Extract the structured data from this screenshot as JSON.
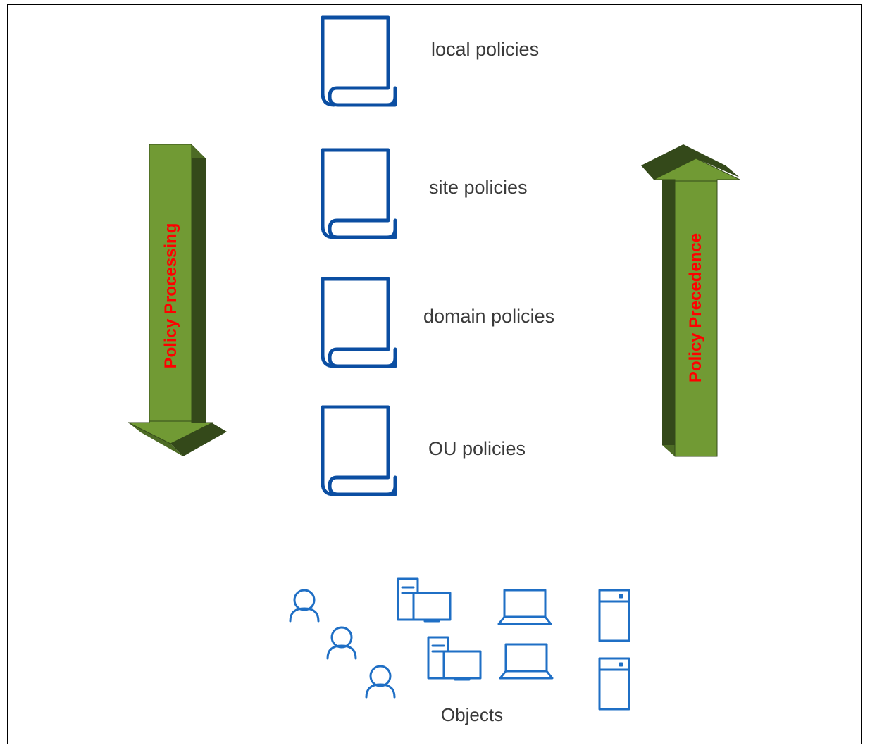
{
  "policies": [
    {
      "label": "local policies",
      "icon": "policy-document-icon"
    },
    {
      "label": "site policies",
      "icon": "policy-document-icon"
    },
    {
      "label": "domain policies",
      "icon": "policy-document-icon"
    },
    {
      "label": "OU policies",
      "icon": "policy-document-icon"
    }
  ],
  "arrows": {
    "processing": {
      "label": "Policy Processing",
      "direction": "down"
    },
    "precedence": {
      "label": "Policy Precedence",
      "direction": "up"
    }
  },
  "objects": {
    "label": "Objects",
    "icons": [
      "user-icon",
      "user-icon",
      "user-icon",
      "desktop-computer-icon",
      "desktop-computer-icon",
      "laptop-icon",
      "laptop-icon",
      "server-icon",
      "server-icon"
    ]
  },
  "colors": {
    "arrow_face": "#719a34",
    "arrow_side": "#34491a",
    "arrow_text": "#ff0000",
    "document_stroke": "#0b4ea2",
    "object_stroke": "#1f6fc5"
  }
}
